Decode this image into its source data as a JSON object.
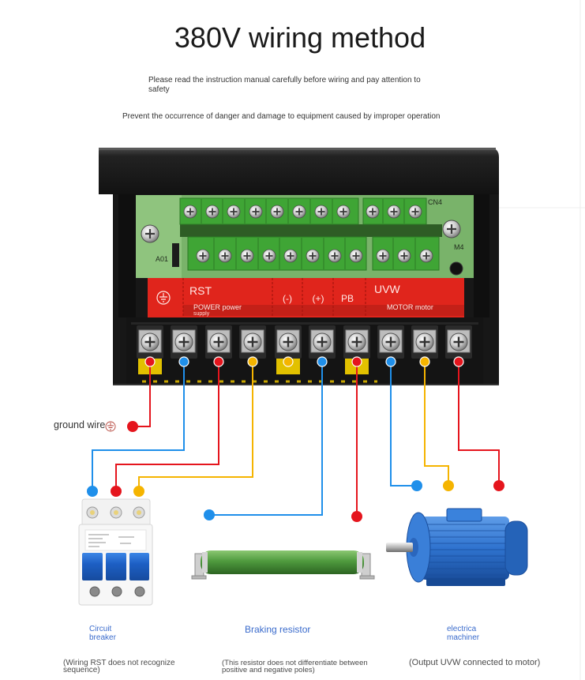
{
  "title": "380V wiring method",
  "notice": {
    "line1": "Please read the instruction manual carefully before wiring and pay attention to",
    "line2": "safety",
    "warning": "Prevent the occurrence of danger and damage to equipment caused by improper operation"
  },
  "inverter": {
    "board_labels": {
      "a01": "A01",
      "cn4": "CN4",
      "m4": "M4"
    },
    "strip": {
      "ground_icon": "ground-icon",
      "rst": "RST",
      "power": "POWER power",
      "supply": "supply",
      "minus": "(-)",
      "plus": "(+)",
      "pb": "PB",
      "uvw": "UVW",
      "motor": "MOTOR motor"
    },
    "terminal_dots": [
      "red",
      "blue",
      "red",
      "yellow",
      "yellow",
      "blue",
      "red",
      "blue",
      "yellow",
      "red"
    ]
  },
  "ground": {
    "label": "ground wire",
    "icon": "ground-icon"
  },
  "components": {
    "breaker": {
      "label_line1": "Circuit",
      "label_line2": "breaker",
      "note_line1": "(Wiring RST does not recognize",
      "note_line2": "sequence)"
    },
    "resistor": {
      "label": "Braking resistor",
      "note_line1": "(This resistor does not differentiate between",
      "note_line2": "positive and negative poles)"
    },
    "motor": {
      "label_line1": "electrica",
      "label_line2": "machiner",
      "note": "(Output UVW connected to motor)"
    }
  },
  "wire_colors": {
    "red": "#e5151d",
    "blue": "#1f8fea",
    "yellow": "#f5b400"
  },
  "colors": {
    "strip_red": "#e0251c",
    "label_blue": "#3a6bcc",
    "note_gray": "#4a4a4a"
  }
}
